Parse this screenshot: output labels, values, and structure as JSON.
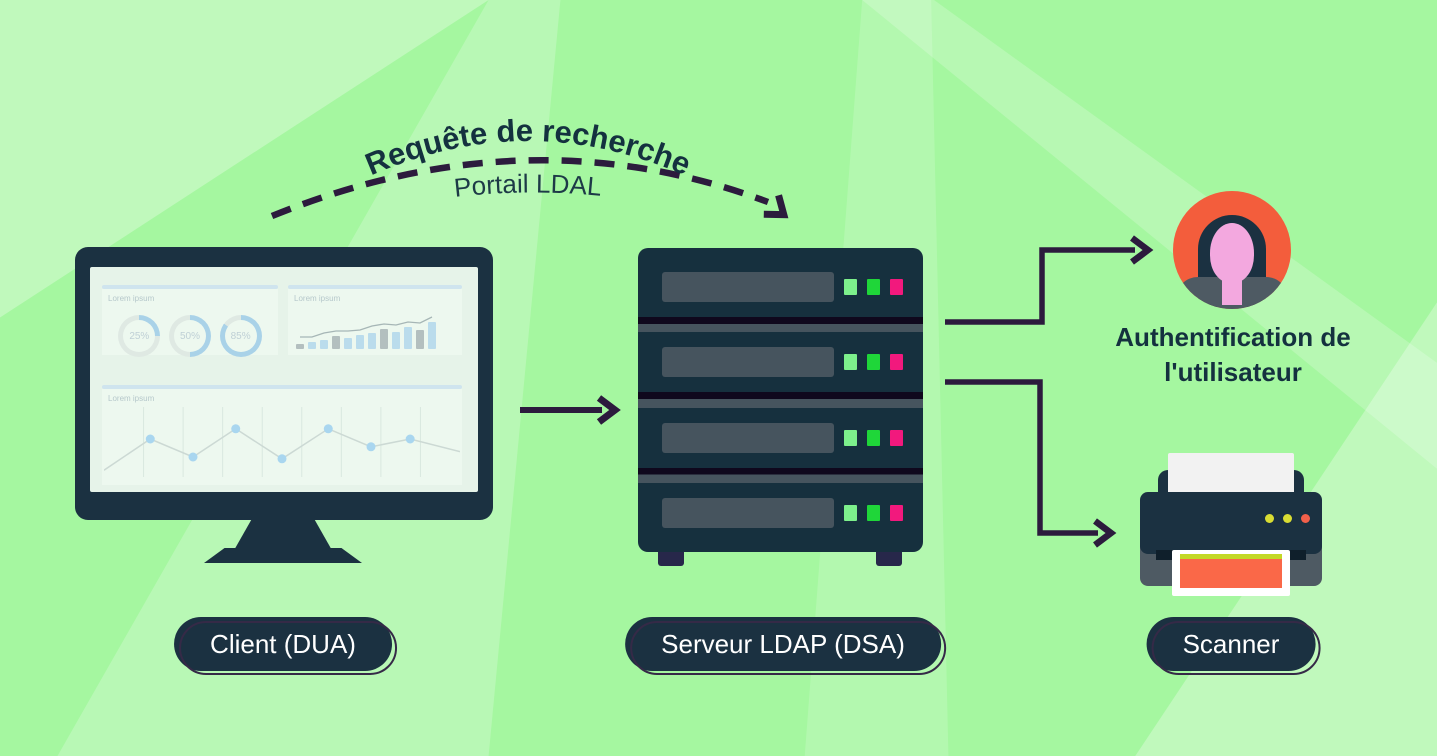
{
  "flow": {
    "request_label": "Requête de recherche",
    "portal_label": "Portail LDAL"
  },
  "client": {
    "label": "Client (DUA)",
    "dashboard": {
      "donut_panel": {
        "title": "Lorem ipsum",
        "donuts": [
          {
            "pct": 25,
            "label": "25%"
          },
          {
            "pct": 50,
            "label": "50%"
          },
          {
            "pct": 85,
            "label": "85%"
          }
        ]
      },
      "bar_panel": {
        "title": "Lorem ipsum",
        "values": [
          5,
          7,
          9,
          13,
          11,
          14,
          16,
          20,
          17,
          22,
          19,
          27
        ],
        "kinds": [
          "gray",
          "blue",
          "blue",
          "gray",
          "blue",
          "blue",
          "blue",
          "gray",
          "blue",
          "blue",
          "gray",
          "blue"
        ]
      },
      "line_panel": {
        "title": "Lorem ipsum",
        "points": [
          [
            0,
            0.97
          ],
          [
            0.13,
            0.45
          ],
          [
            0.25,
            0.75
          ],
          [
            0.37,
            0.28
          ],
          [
            0.5,
            0.78
          ],
          [
            0.63,
            0.28
          ],
          [
            0.75,
            0.58
          ],
          [
            0.86,
            0.45
          ],
          [
            1,
            0.66
          ]
        ],
        "dot_indices": [
          1,
          2,
          3,
          4,
          5,
          6,
          7
        ],
        "gridline_count": 8
      }
    }
  },
  "server": {
    "label": "Serveur LDAP (DSA)",
    "unit_count": 4,
    "led_colors": [
      "#7df08c",
      "#1fd639",
      "#f2197d"
    ]
  },
  "auth": {
    "label": "Authentification de l'utilisateur"
  },
  "scanner": {
    "label": "Scanner"
  },
  "printer": {
    "led_colors": [
      "#d9dd33",
      "#d9dd33",
      "#f2604a"
    ]
  },
  "colors": {
    "background": "#a5f7a0",
    "navy": "#1b3141",
    "navy2": "#16303e",
    "arrow": "#2c1b3d",
    "slot": "#46545e",
    "sep_dark": "#0f081d",
    "orange": "#f35d3c",
    "pink": "#f3a8df",
    "shoulder": "#4e5a63",
    "screen": "#e6f3e9",
    "panel": "#edf8ef",
    "strip": "#cfe4ee",
    "chart_blue": "#badcec",
    "chart_gray": "#b3bfbf",
    "muted": "#b6c8cb",
    "out_orange": "#fa6848",
    "strip_yellow": "#c3d826",
    "text_navy": "#14313f",
    "donut_arc": "#a9d2e8",
    "donut_rest": "#dfe9e3"
  }
}
